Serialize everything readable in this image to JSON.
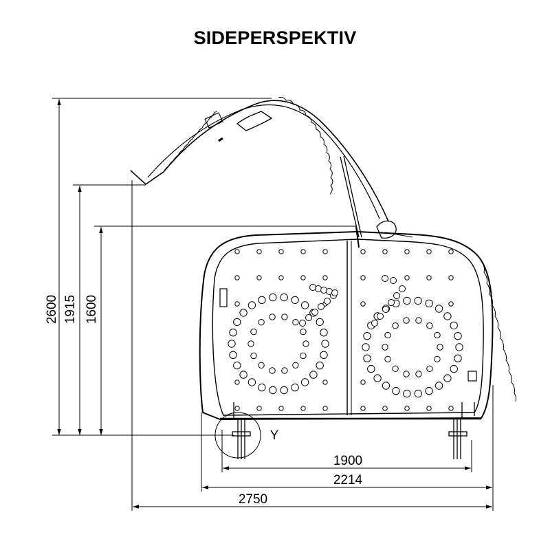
{
  "title": "SIDEPERSPEKTIV",
  "dimensions": {
    "height_total": "2600",
    "height_canopy_lip": "1915",
    "height_body": "1600",
    "width_feet": "1900",
    "width_body": "2214",
    "width_total": "2750"
  },
  "detail_label": "Y",
  "colors": {
    "line": "#000000",
    "background": "#ffffff"
  }
}
